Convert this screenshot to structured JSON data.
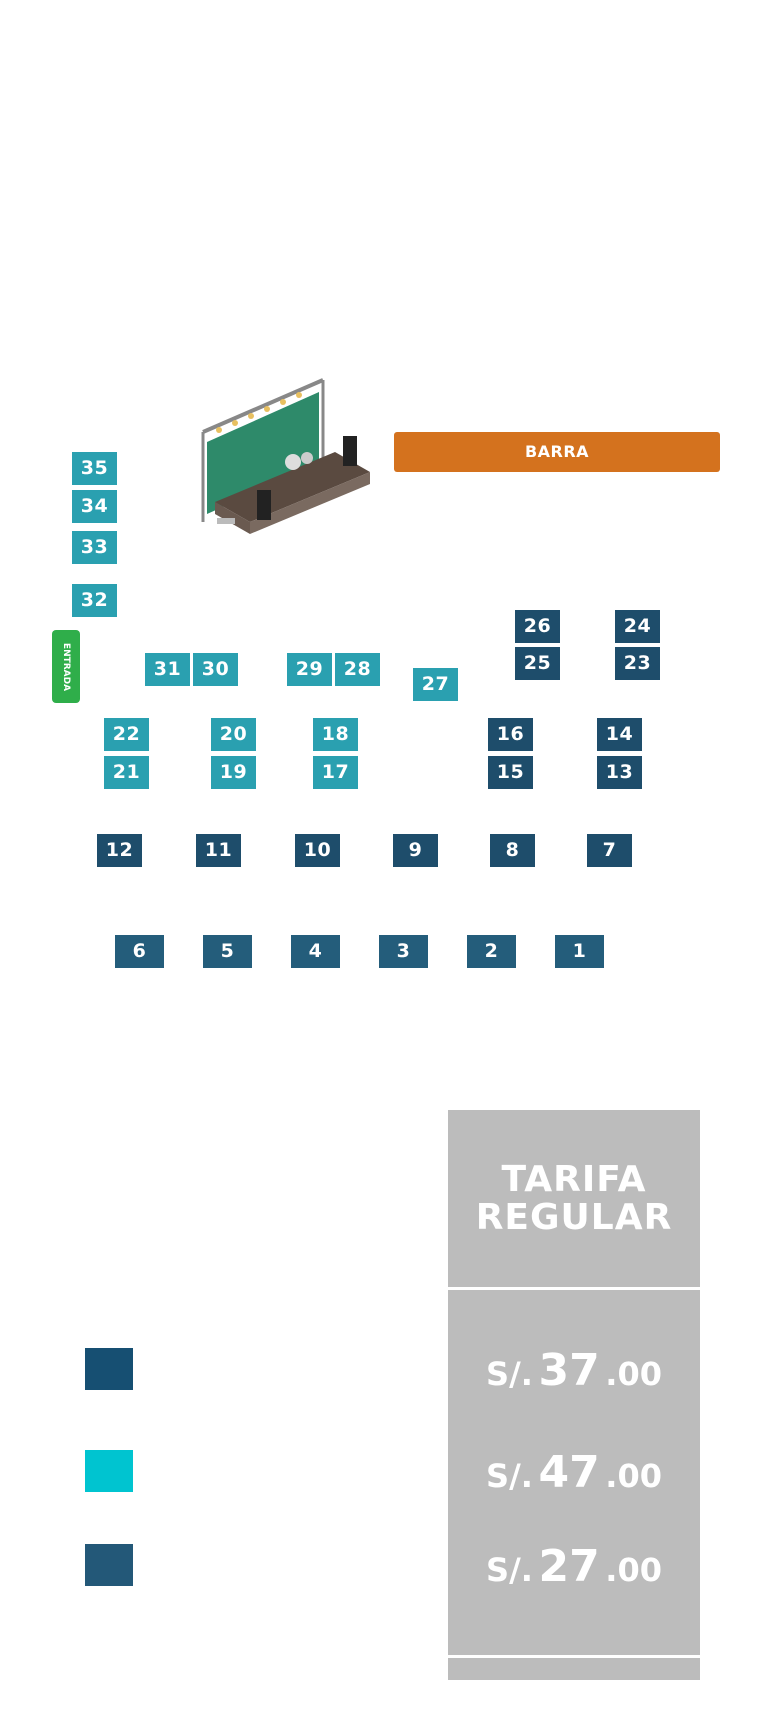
{
  "map": {
    "barra_label": "BARRA",
    "entrada_label": "ENTRADA",
    "tables": {
      "t35": "35",
      "t34": "34",
      "t33": "33",
      "t32": "32",
      "t31": "31",
      "t30": "30",
      "t29": "29",
      "t28": "28",
      "t27": "27",
      "t26": "26",
      "t25": "25",
      "t24": "24",
      "t23": "23",
      "t22": "22",
      "t21": "21",
      "t20": "20",
      "t19": "19",
      "t18": "18",
      "t17": "17",
      "t16": "16",
      "t15": "15",
      "t14": "14",
      "t13": "13",
      "t12": "12",
      "t11": "11",
      "t10": "10",
      "t9": "9",
      "t8": "8",
      "t7": "7",
      "t6": "6",
      "t5": "5",
      "t4": "4",
      "t3": "3",
      "t2": "2",
      "t1": "1"
    },
    "colors": {
      "dark_table": "#1e4d6b",
      "mid_table": "#245d7b",
      "teal_table": "#2aa0b0",
      "barra": "#d4721e",
      "entrada": "#2fae4a"
    }
  },
  "pricing": {
    "header_line1": "TARIFA",
    "header_line2": "REGULAR",
    "prices": [
      {
        "currency": "S/.",
        "amount": "37",
        "decimals": ".00",
        "swatch_color": "#164f72"
      },
      {
        "currency": "S/.",
        "amount": "47",
        "decimals": ".00",
        "swatch_color": "#00c4d0"
      },
      {
        "currency": "S/.",
        "amount": "27",
        "decimals": ".00",
        "swatch_color": "#235878"
      }
    ],
    "panel_color": "#bcbcbc"
  }
}
